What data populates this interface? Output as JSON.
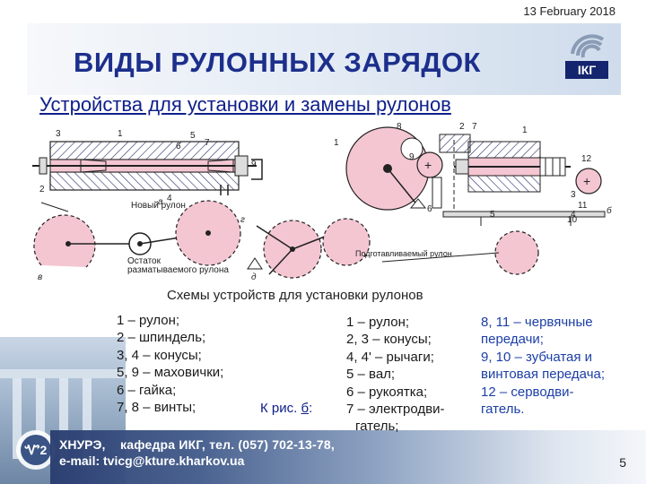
{
  "header": {
    "date": "13 February 2018",
    "title": "ВИДЫ РУЛОННЫХ ЗАРЯДОК",
    "subtitle": "Устройства для установки и замены рулонов",
    "logo_text": "ІКГ"
  },
  "figure": {
    "caption": "Схемы устройств для установки рулонов",
    "labels": {
      "new_roll": "Новый рулон",
      "remainder_1": "Остаток",
      "remainder_2": "разматываемого рулона",
      "prepared_roll": "Подготавливаемый рулон",
      "a": "а",
      "b": "б",
      "v": "в",
      "g": "г",
      "d": "д"
    }
  },
  "legend_left": [
    "1 – рулон;",
    "2 – шпиндель;",
    "3, 4 – конусы;",
    "5, 9 – маховички;",
    "6 – гайка;",
    "7, 8 – винты;"
  ],
  "reference": {
    "prefix": "К рис. ",
    "fig": "б",
    "suffix": ":"
  },
  "legend_mid": [
    "1 – рулон;",
    "2, 3 – конусы;",
    "4, 4' – рычаги;",
    "5 – вал;",
    "6 – рукоятка;",
    "7 – электродви-",
    "гатель;"
  ],
  "legend_right": [
    "8, 11 – червячные",
    "передачи;",
    "9, 10 – зубчатая и",
    "винтовая передача;",
    "12 – серводви-",
    "гатель."
  ],
  "footer": {
    "university": "ХНУРЭ,",
    "department": "кафедра ИКГ, тел. (057) 702-13-78,",
    "email_label": "e-mail:",
    "email": "tvicg@kture.kharkov.ua",
    "page": "5"
  },
  "colors": {
    "title": "#1c2f8c",
    "subtitle": "#10208a",
    "blue_text": "#1c3fa6",
    "roll_fill": "#f4c6d2",
    "hatch": "#2a2a6a"
  }
}
